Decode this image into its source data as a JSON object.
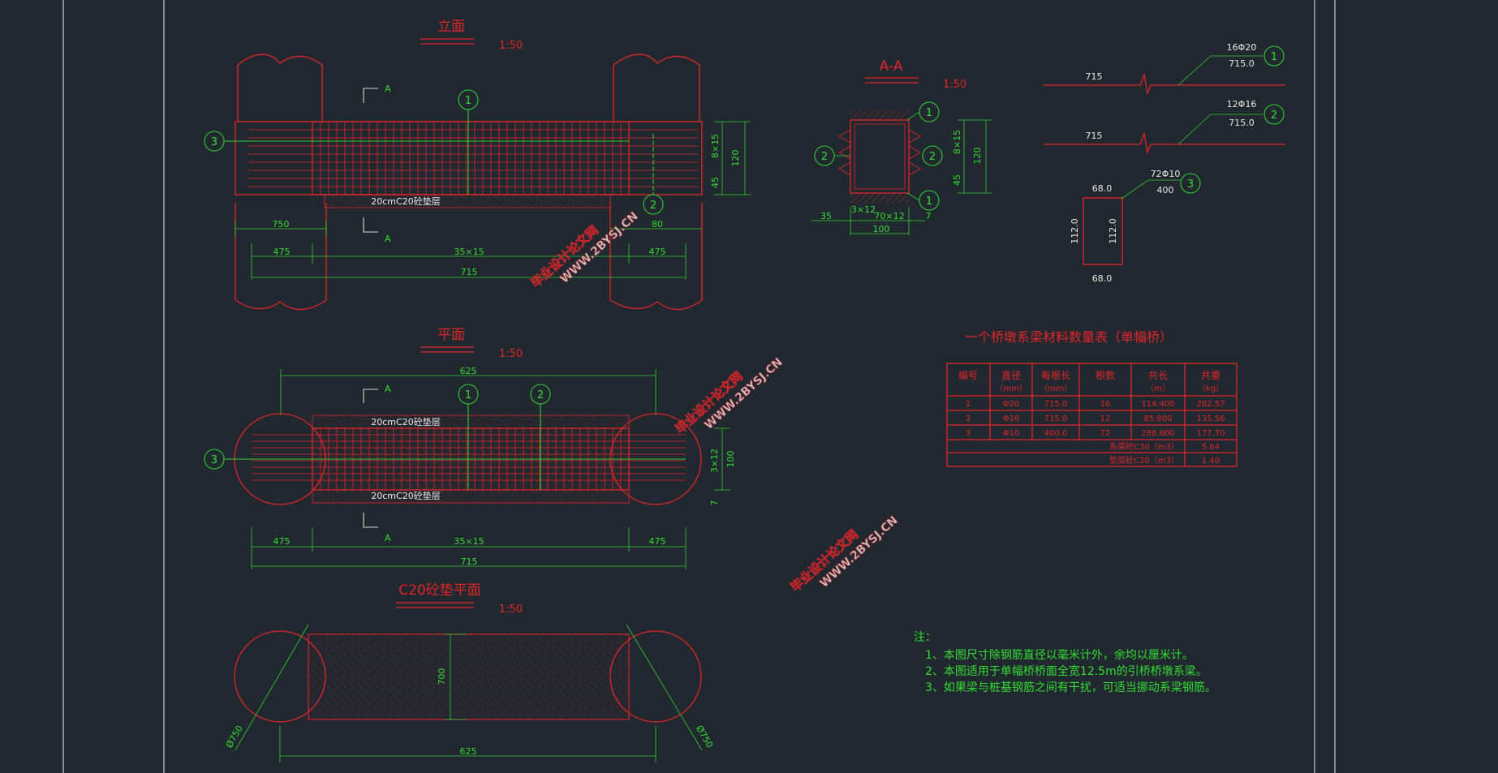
{
  "views": {
    "elevation": {
      "title": "立面",
      "scale": "1:50",
      "section_mark": "A"
    },
    "plan": {
      "title": "平面",
      "scale": "1:50",
      "section_mark": "A"
    },
    "cushion": {
      "title": "C20砼垫平面",
      "scale": "1:50"
    },
    "section": {
      "title": "A-A",
      "scale": "1:50"
    }
  },
  "labels": {
    "cushion_layer": "20cmC20砼垫层",
    "markers": [
      "1",
      "2",
      "3"
    ],
    "dims_elev": {
      "d750": "750",
      "d475": "475",
      "d35x15": "35×15",
      "d715": "715",
      "d120": "120",
      "d8x15": "8×15",
      "d45": "45",
      "d80": "80"
    },
    "dims_plan": {
      "d625": "625",
      "d475": "475",
      "d35x15": "35×15",
      "d715": "715",
      "d100": "100",
      "d3x12": "3×12",
      "d7": "7"
    },
    "dims_cushion": {
      "d700": "700",
      "d625": "625",
      "d750": "Ø750"
    },
    "dims_section": {
      "d35": "35",
      "d3x12": "3×12",
      "d70x12": "70×12",
      "d7": "7",
      "d100": "100",
      "d120": "120",
      "d8x15": "8×15",
      "d45": "45"
    }
  },
  "bars": {
    "bar1": {
      "spec": "16Φ20",
      "length": "715.0",
      "straight": "715",
      "id": "1"
    },
    "bar2": {
      "spec": "12Φ16",
      "length": "715.0",
      "straight": "715",
      "id": "2"
    },
    "bar3": {
      "spec": "72Φ10",
      "length": "400",
      "top": "68.0",
      "bottom": "68.0",
      "left": "112.0",
      "right": "112.0",
      "id": "3"
    }
  },
  "table": {
    "title": "一个桥墩系梁材料数量表（单幅桥）",
    "headers": [
      "编号",
      "直径",
      "每根长",
      "根数",
      "共长",
      "共重"
    ],
    "units": [
      "",
      "（mm）",
      "（mm）",
      "",
      "（m）",
      "（kg）"
    ],
    "rows": [
      [
        "1",
        "Φ20",
        "715.0",
        "16",
        "114.400",
        "282.57"
      ],
      [
        "2",
        "Φ16",
        "715.0",
        "12",
        "85.800",
        "135.56"
      ],
      [
        "3",
        "Φ10",
        "400.0",
        "72",
        "288.800",
        "177.70"
      ]
    ],
    "summary": [
      {
        "label": "系梁砼C30（m3）",
        "value": "5.64"
      },
      {
        "label": "垫层砼C20（m3）",
        "value": "1.40"
      }
    ]
  },
  "notes": {
    "heading": "注：",
    "items": [
      "1、本图尺寸除钢筋直径以毫米计外，余均以厘米计。",
      "2、本图适用于单幅桥桥面全宽12.5m的引桥桥墩系梁。",
      "3、如果梁与桩基钢筋之间有干扰，可适当挪动系梁钢筋。"
    ]
  },
  "watermarks": [
    {
      "cn": "毕业设计论文网",
      "url": "WWW.2BYSJ.CN"
    },
    {
      "cn": "毕业设计论文网",
      "url": "WWW.2BYSJ.CN"
    },
    {
      "cn": "毕业设计论文网",
      "url": "WWW.2BYSJ.CN"
    }
  ],
  "colors": {
    "background": "#212830",
    "red": "#e0262a",
    "green": "#33cc33",
    "white": "#e8e8e8"
  }
}
